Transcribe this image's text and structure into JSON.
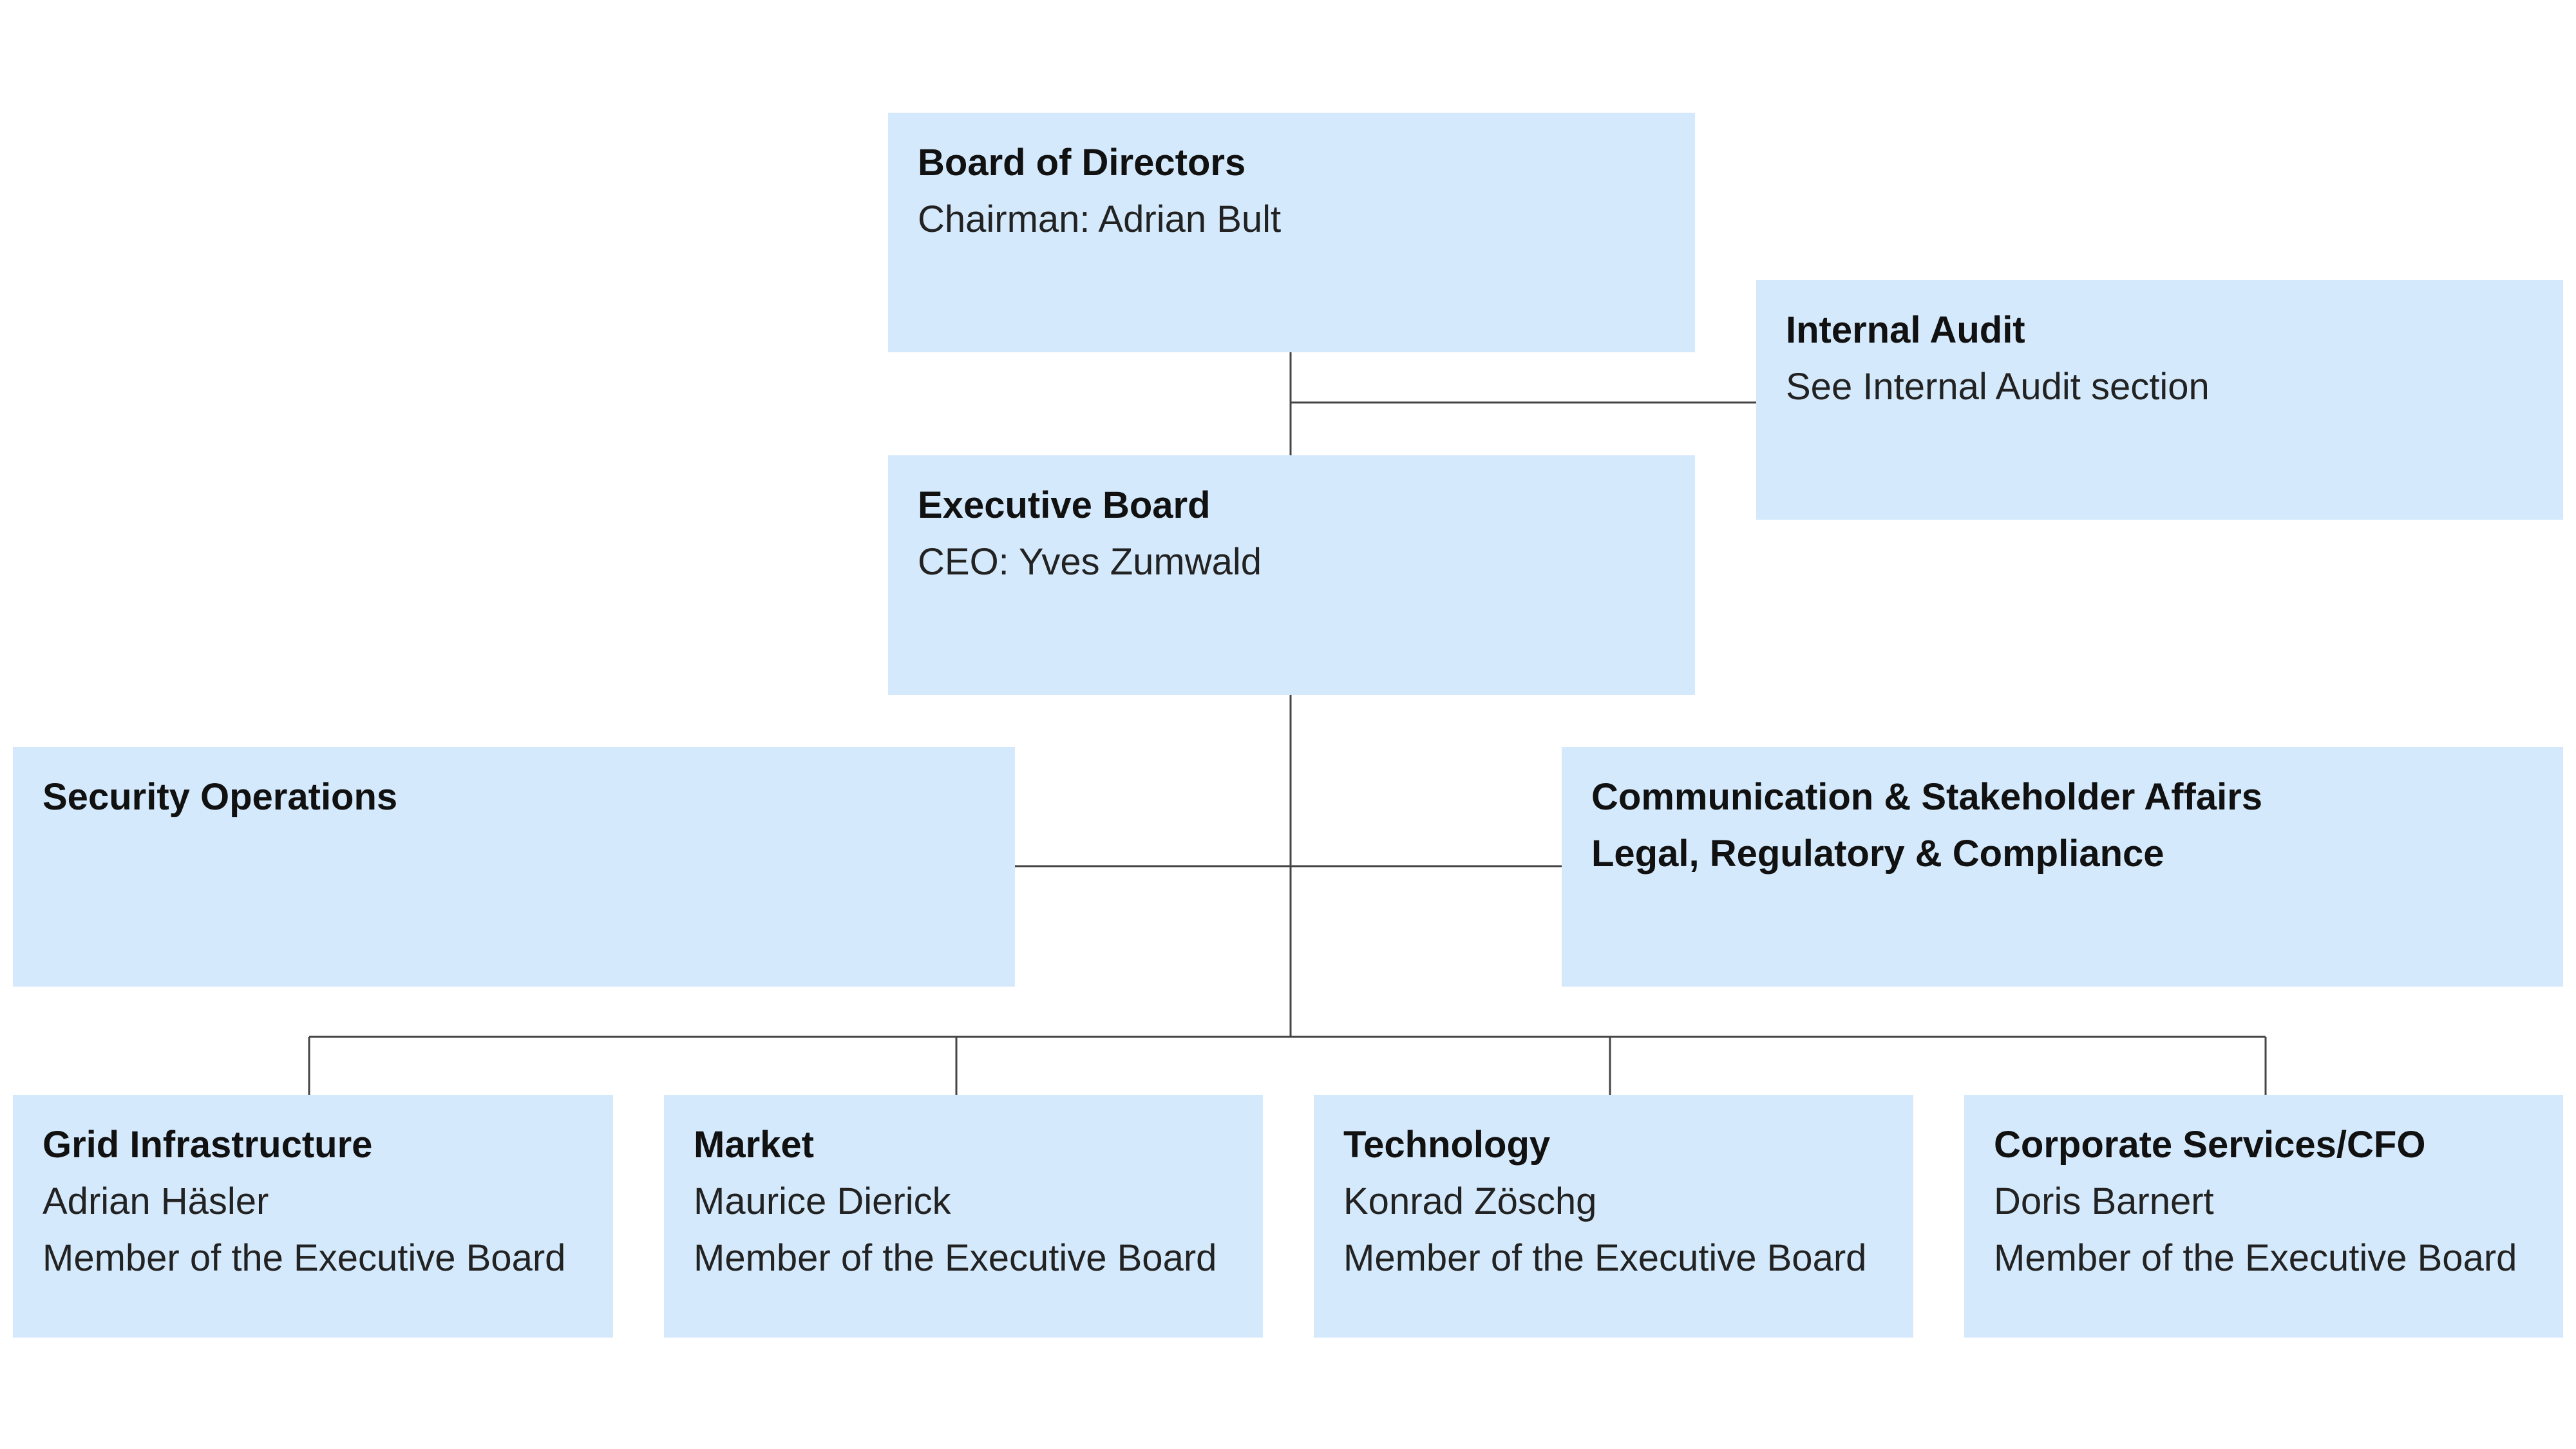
{
  "board": {
    "title": "Board of Directors",
    "line1": "Chairman: Adrian Bult"
  },
  "audit": {
    "title": "Internal Audit",
    "line1": "See Internal Audit section"
  },
  "executive": {
    "title": "Executive Board",
    "line1": "CEO: Yves Zumwald"
  },
  "security": {
    "title": "Security Operations"
  },
  "communication": {
    "line1": "Communication & Stakeholder Affairs",
    "line2": "Legal, Regulatory & Compliance"
  },
  "divisions": [
    {
      "title": "Grid Infrastructure",
      "name": "Adrian Häsler",
      "role": "Member of the Executive Board"
    },
    {
      "title": "Market",
      "name": "Maurice Dierick",
      "role": "Member of the Executive Board"
    },
    {
      "title": "Technology",
      "name": "Konrad Zöschg",
      "role": "Member of the Executive Board"
    },
    {
      "title": "Corporate Services/CFO",
      "name": "Doris Barnert",
      "role": "Member of the Executive Board"
    }
  ],
  "colors": {
    "box_fill": "#d4e9fb",
    "connector": "#444444",
    "text": "#111111"
  }
}
